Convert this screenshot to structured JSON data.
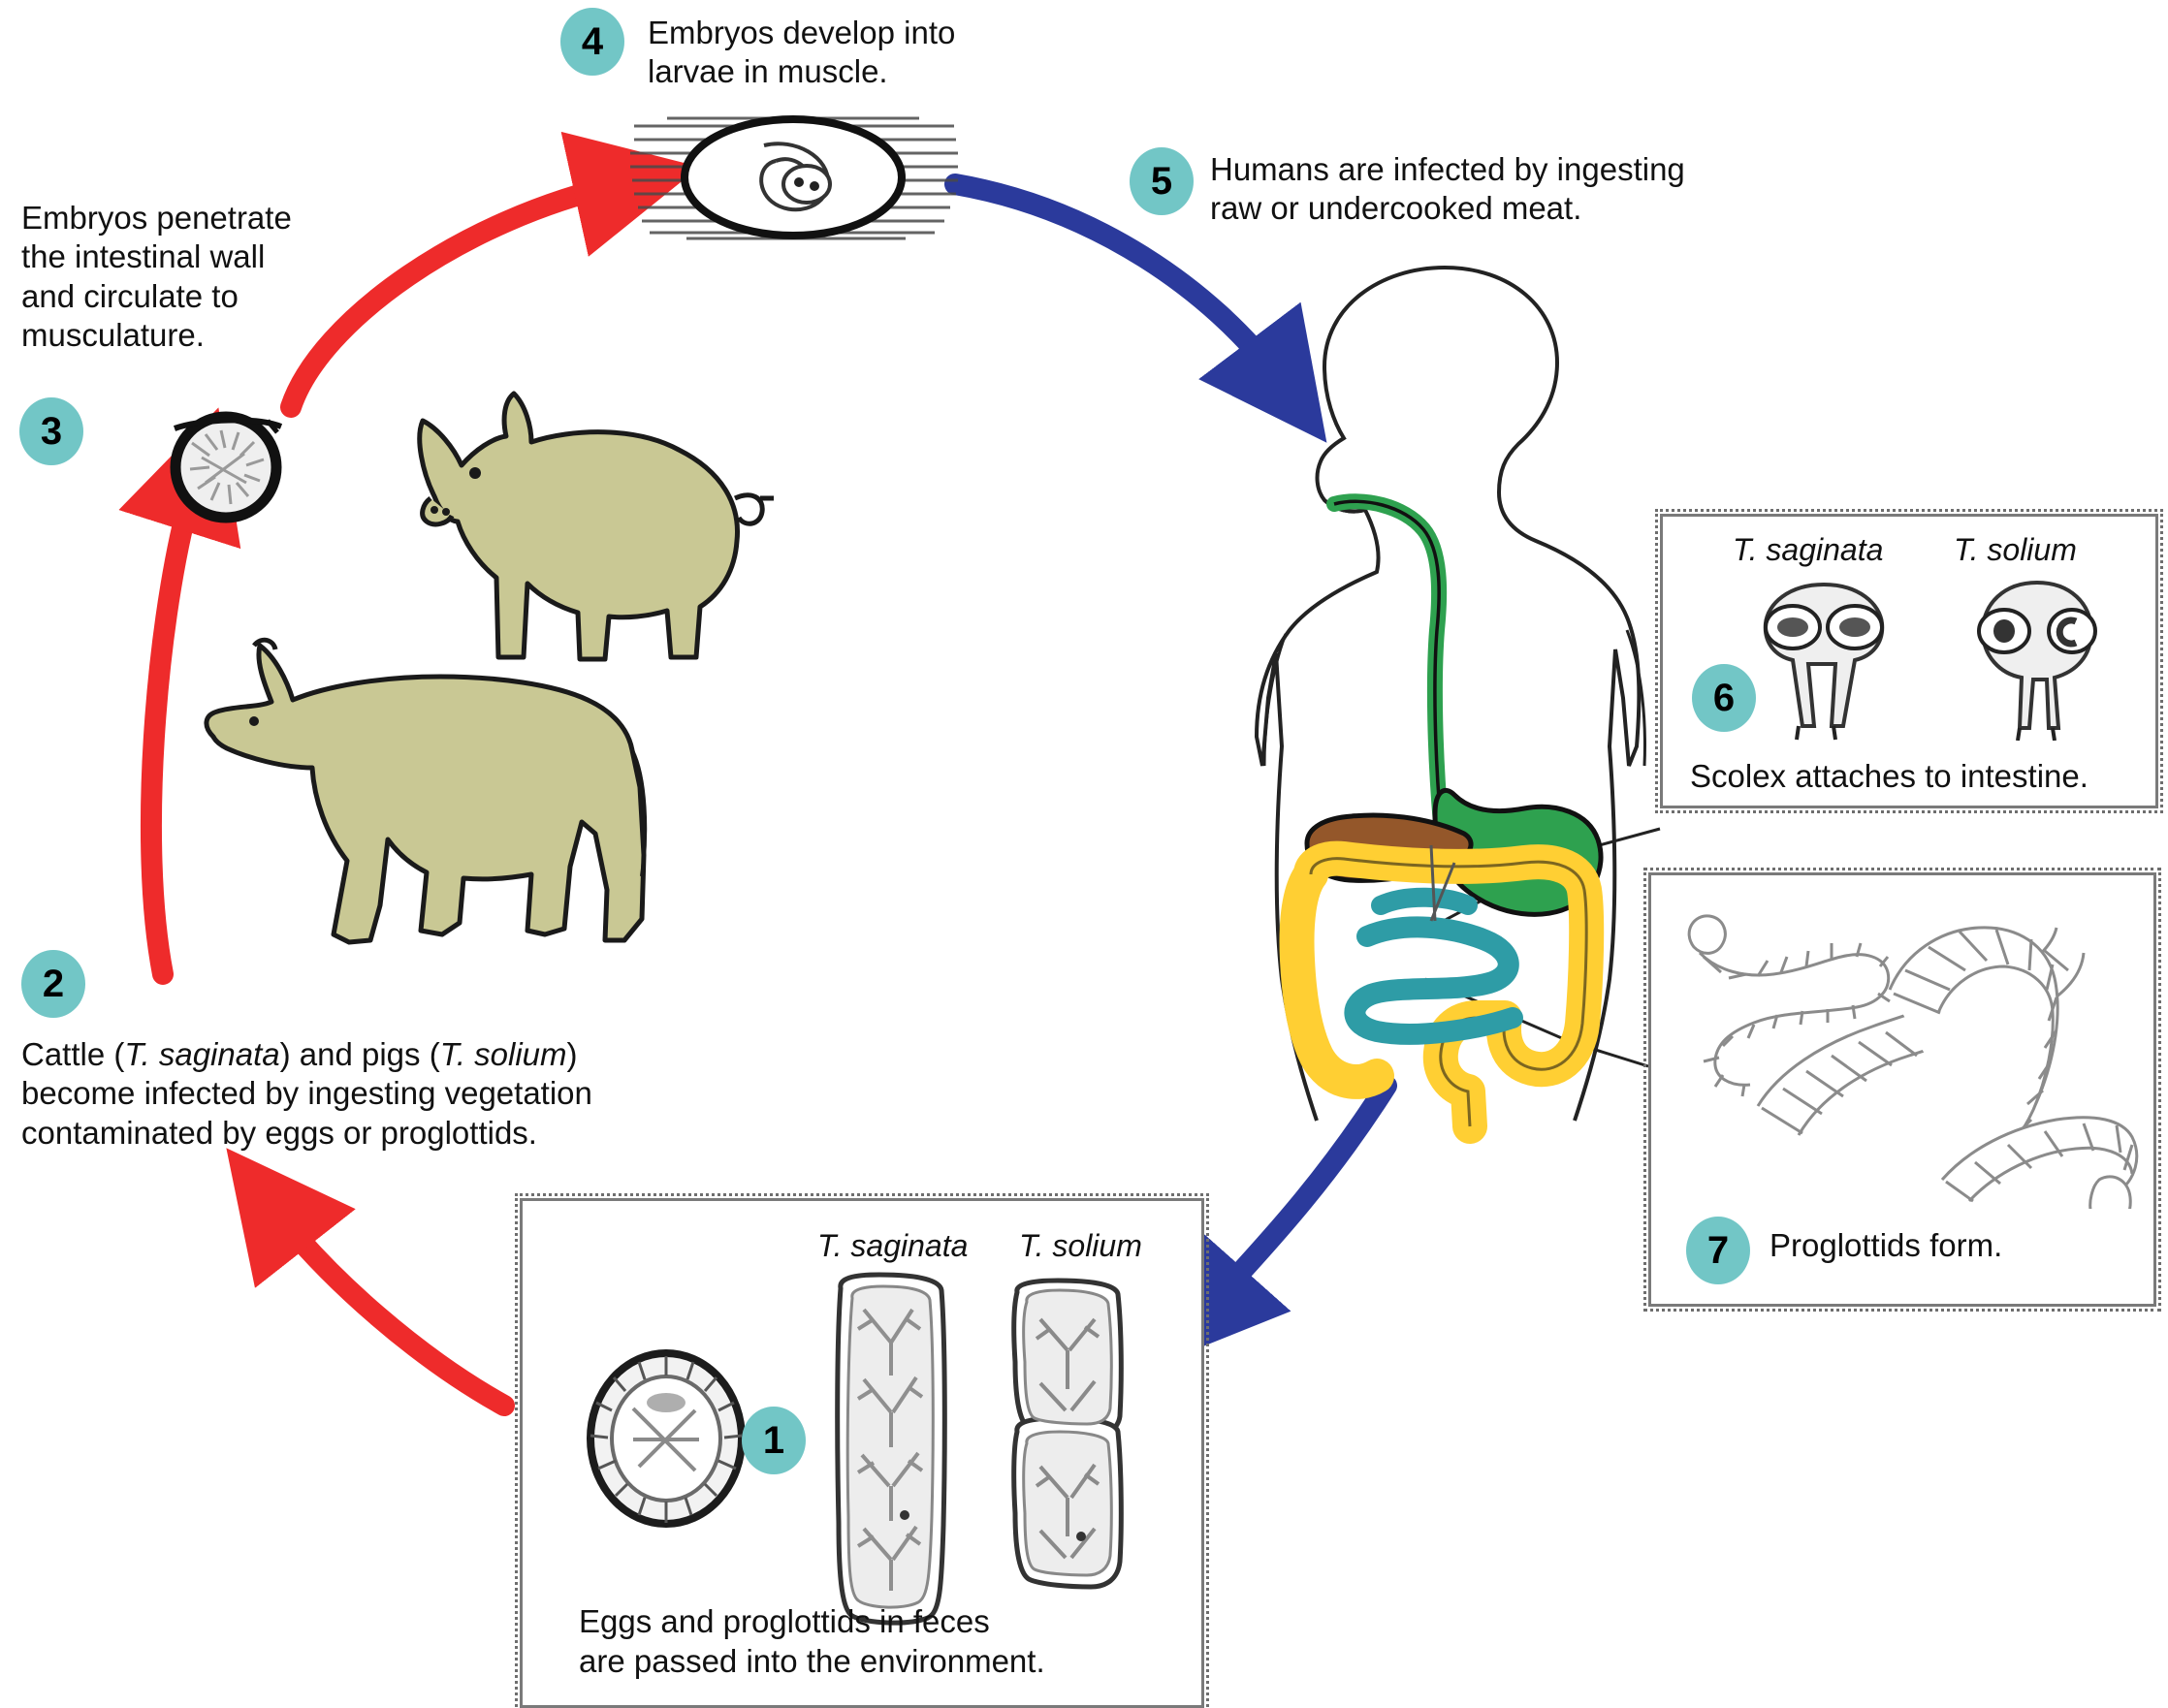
{
  "diagram": {
    "title": "Taenia (tapeworm) life cycle",
    "accent_teal": "#72c6c6",
    "arrow_red": "#ee2b2b",
    "arrow_blue": "#2b3a9c",
    "animal_fill": "#c9c894",
    "stomach_green": "#2ea14f",
    "liver_brown": "#94572a",
    "colon_yellow": "#ffcf33",
    "small_intestine_teal": "#2e9ca6"
  },
  "steps": [
    {
      "number": "1",
      "text": "Eggs and proglottids in feces\nare passed into the environment."
    },
    {
      "number": "2",
      "text_parts": {
        "a": "Cattle (",
        "sp1": "T. saginata",
        "b": ") and pigs (",
        "sp2": "T. solium",
        "c": ")\nbecome infected by ingesting vegetation\ncontaminated by eggs or proglottids."
      }
    },
    {
      "number": "3",
      "text": "Embryos penetrate\nthe intestinal wall\nand circulate to\nmusculature."
    },
    {
      "number": "4",
      "text": "Embryos develop into\nlarvae in muscle."
    },
    {
      "number": "5",
      "text": "Humans are infected by ingesting\nraw or undercooked meat."
    },
    {
      "number": "6",
      "text": "Scolex attaches to intestine."
    },
    {
      "number": "7",
      "text": "Proglottids form."
    }
  ],
  "species_labels": {
    "saginata": "T. saginata",
    "solium": "T. solium"
  },
  "panels": {
    "eggs_panel": {
      "label_left": "T. saginata",
      "label_right": "T. solium",
      "caption": "Eggs and proglottids in feces\nare passed into the environment.",
      "badge": "1"
    },
    "scolex_panel": {
      "label_left": "T. saginata",
      "label_right": "T. solium",
      "caption": "Scolex attaches to intestine.",
      "badge": "6"
    },
    "proglottid_panel": {
      "caption": "Proglottids form.",
      "badge": "7"
    }
  },
  "figures": {
    "cysticercus": "larva-in-muscle",
    "egg": "taenia-egg",
    "pig": "pig-silhouette",
    "cow": "cow-silhouette",
    "human": "human-torso-digestive-system"
  }
}
